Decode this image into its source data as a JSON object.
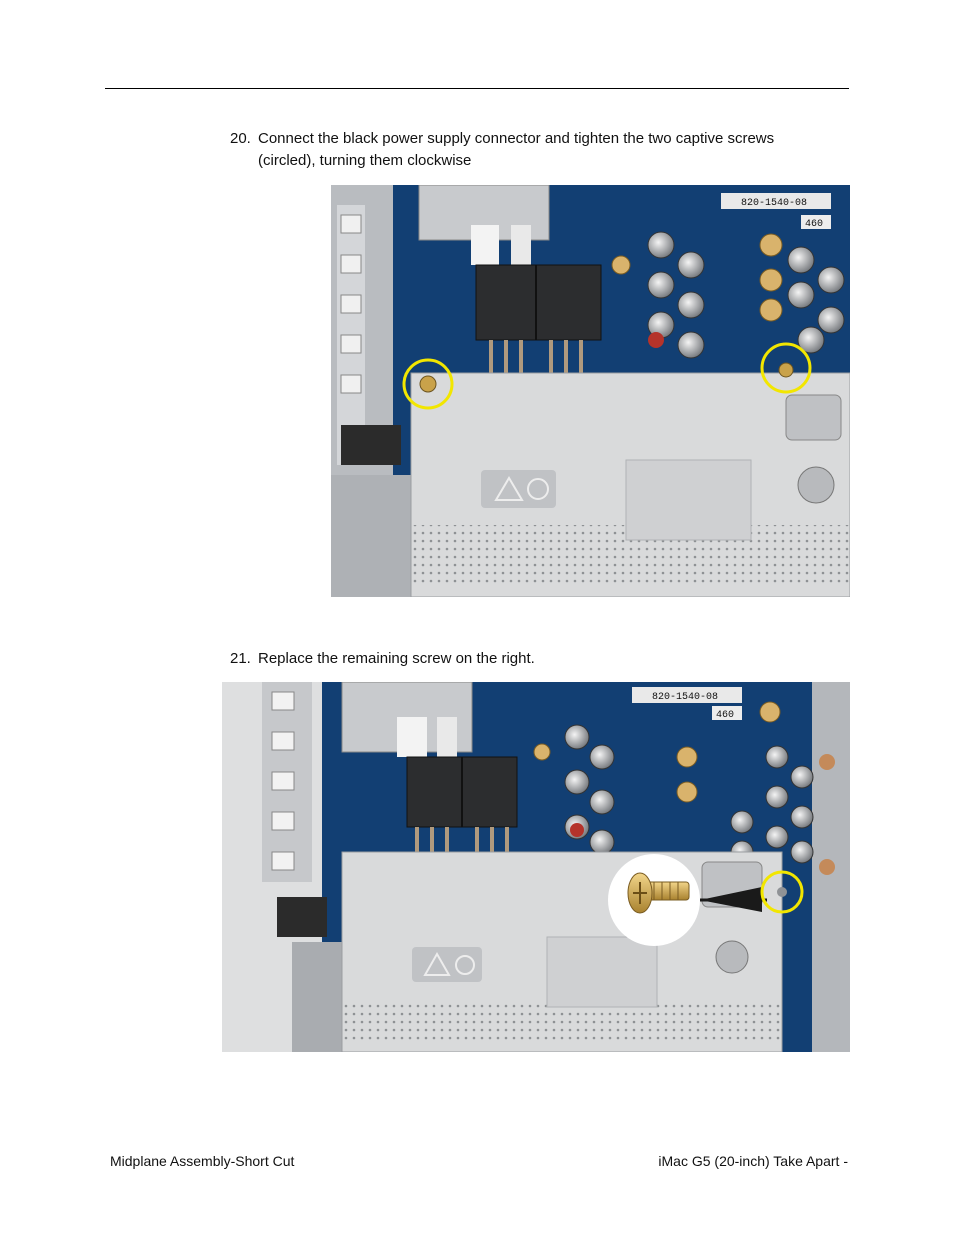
{
  "steps": [
    {
      "number": "20.",
      "text_line1": "Connect the black power supply connector and tighten the two captive screws",
      "text_line2": "(circled), turning them clockwise"
    },
    {
      "number": "21.",
      "text_line1": "Replace the remaining screw on the right."
    }
  ],
  "board_labels": {
    "part_number": "820-1540-08",
    "code": "460"
  },
  "footer": {
    "left": "Midplane Assembly-Short Cut",
    "right": "iMac G5 (20-inch) Take Apart -"
  },
  "colors": {
    "board": "#123f73",
    "shield": "#d9dadb",
    "highlight": "#f2e600",
    "screw": "#c9a24a"
  }
}
